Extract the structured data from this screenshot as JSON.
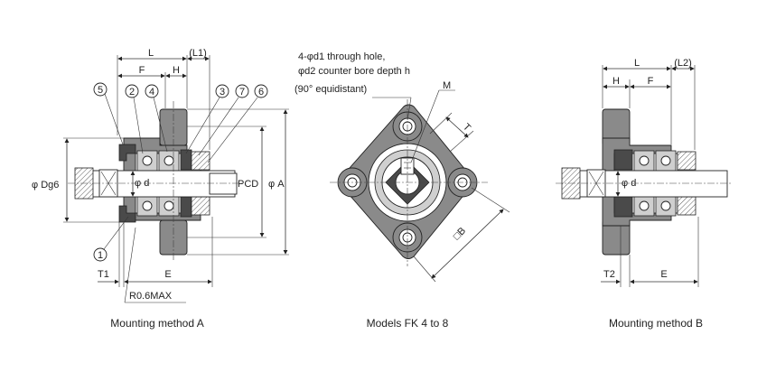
{
  "captions": {
    "method_a": "Mounting method A",
    "models": "Models FK 4 to 8",
    "method_b": "Mounting method B"
  },
  "note": {
    "line1": "4-φd1 through hole,",
    "line2": "φd2 counter bore depth h",
    "line3": "(90° equidistant)"
  },
  "method_a": {
    "dims": {
      "L": "L",
      "L1": "(L1)",
      "F": "F",
      "H": "H",
      "Dg6": "φ Dg6",
      "d": "φ d",
      "PCD": "PCD",
      "A": "φ A",
      "T1": "T1",
      "E": "E",
      "R": "R0.6MAX"
    },
    "balloons": [
      "5",
      "2",
      "4",
      "3",
      "7",
      "6",
      "1"
    ]
  },
  "models": {
    "dims": {
      "M": "M",
      "T": "T",
      "B": "□B"
    }
  },
  "method_b": {
    "dims": {
      "L": "L",
      "L2": "(L2)",
      "H": "H",
      "F": "F",
      "d": "φ d",
      "T2": "T2",
      "E": "E"
    }
  }
}
